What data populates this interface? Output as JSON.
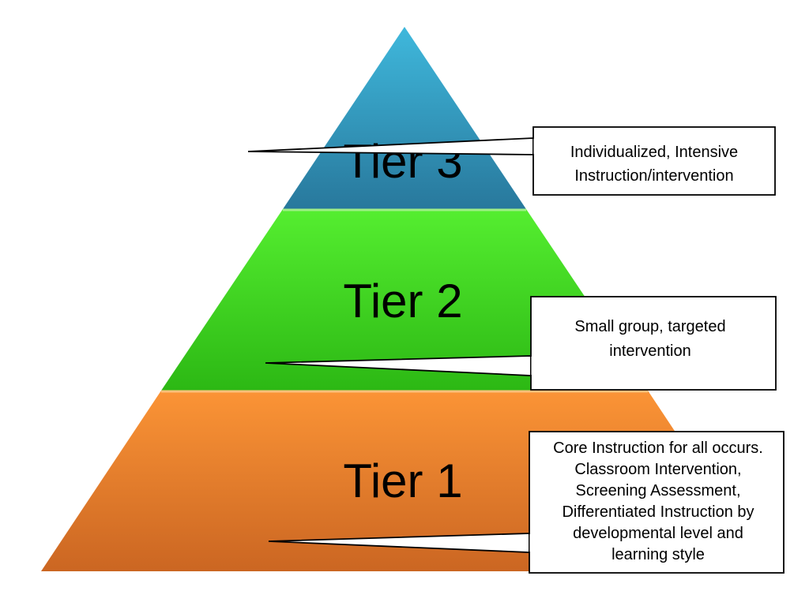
{
  "tiers": [
    {
      "label": "Tier 3",
      "color": "#2e9bc2"
    },
    {
      "label": "Tier 2",
      "color": "#3ad61c"
    },
    {
      "label": "Tier 1",
      "color": "#ea822b"
    }
  ],
  "callouts": [
    {
      "lines": [
        "Individualized, Intensive",
        "Instruction/intervention"
      ]
    },
    {
      "lines": [
        "Small group, targeted",
        "intervention"
      ]
    },
    {
      "lines": [
        "Core Instruction for all occurs.",
        "Classroom Intervention,",
        "Screening Assessment,",
        "Differentiated Instruction by",
        "developmental level and",
        "learning style"
      ]
    }
  ]
}
